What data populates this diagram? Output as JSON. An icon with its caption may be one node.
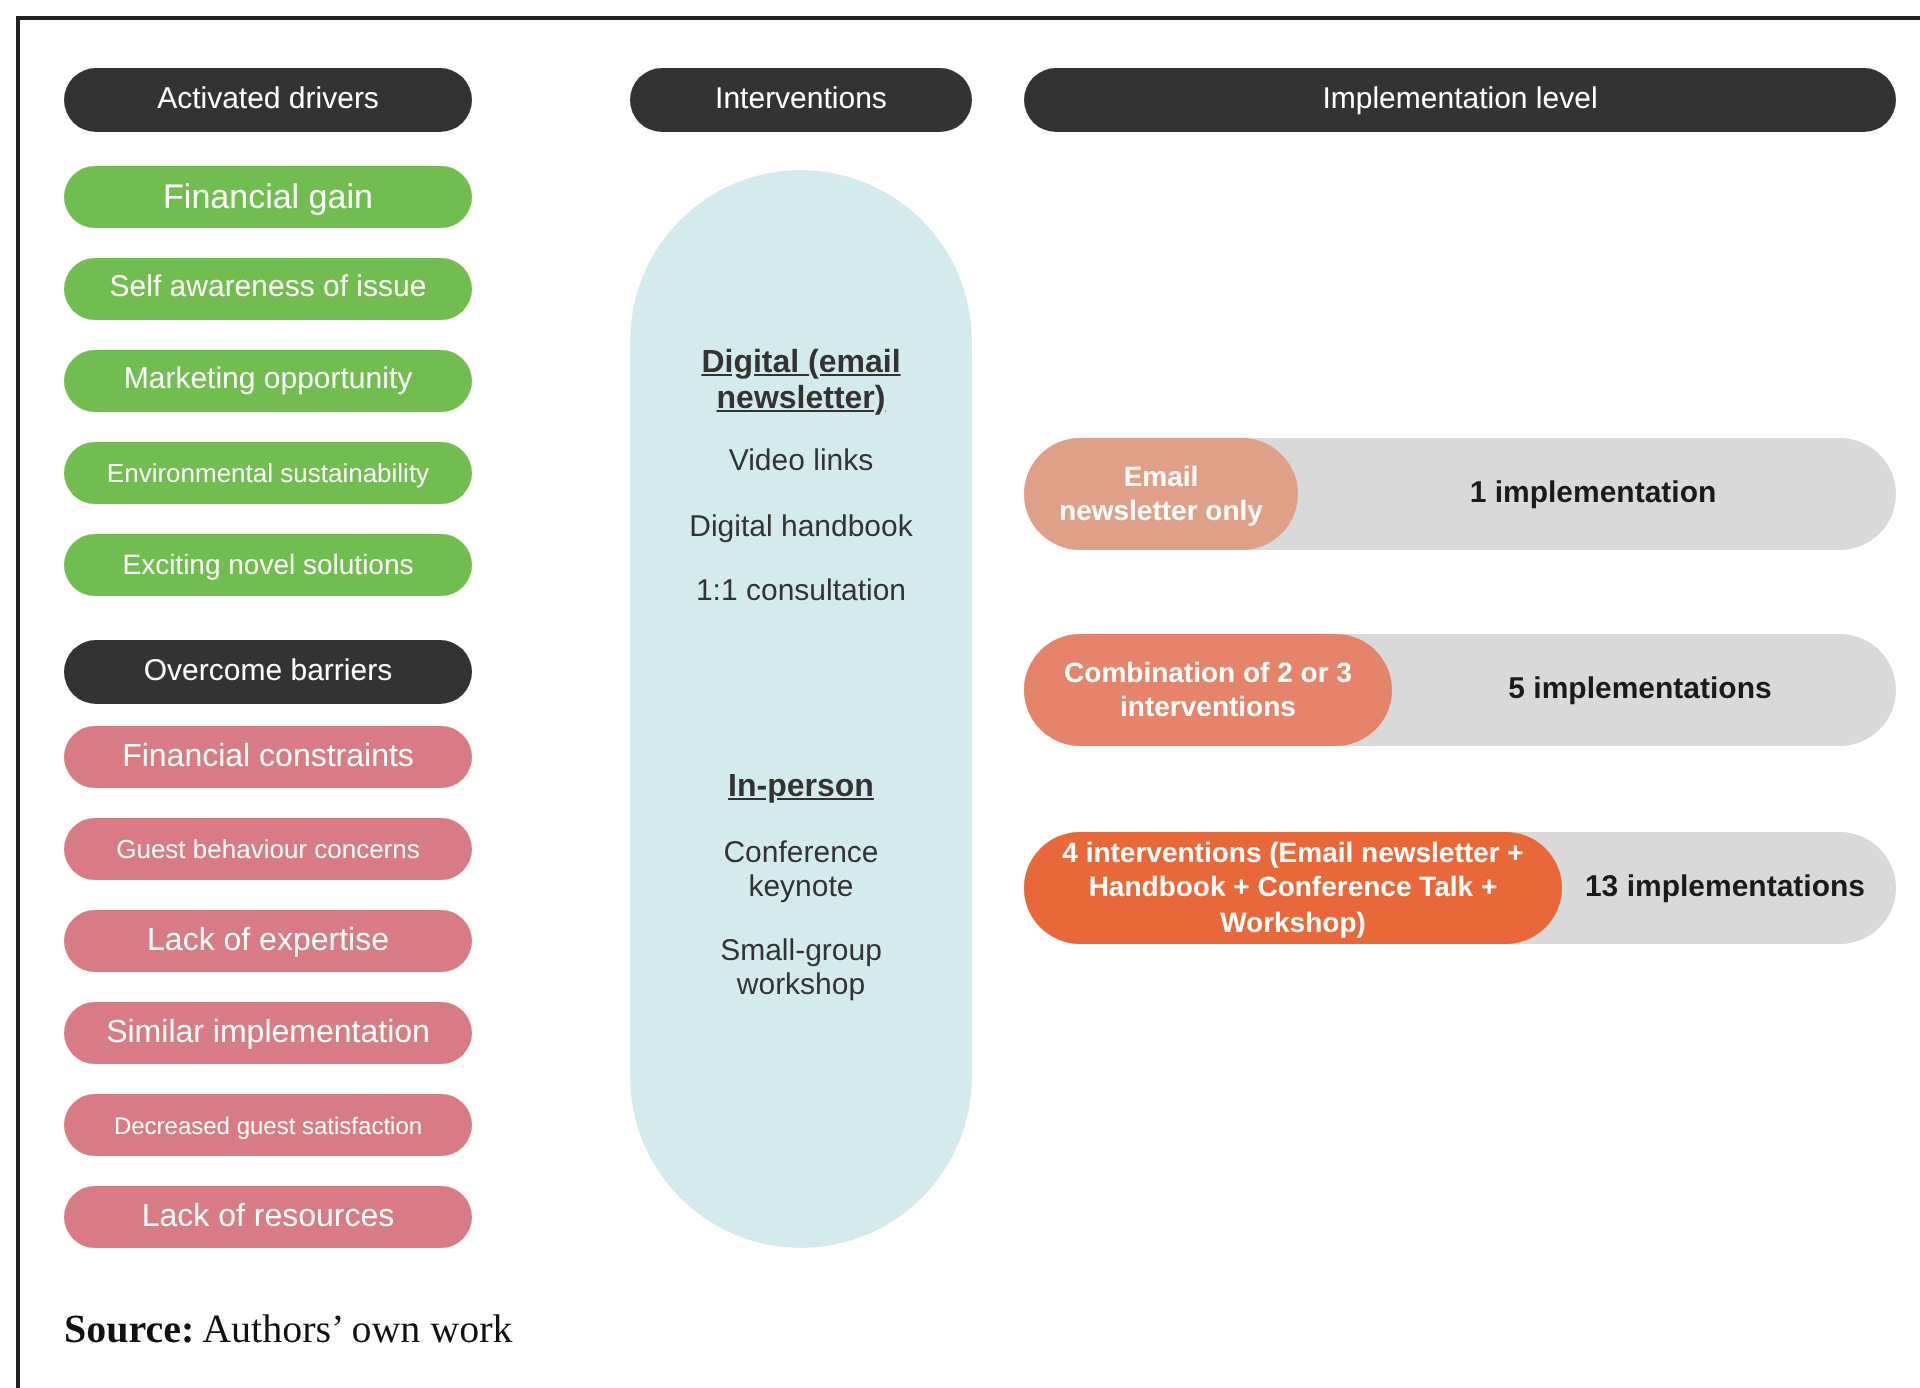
{
  "diagram": {
    "nodes": [
      {
        "text": [
          "Activated drivers"
        ]
      },
      {
        "text": [
          "Financial gain"
        ]
      },
      {
        "text": [
          "Self awareness of issue"
        ]
      },
      {
        "text": [
          "Marketing opportunity"
        ]
      },
      {
        "text": [
          "Environmental sustainability"
        ]
      },
      {
        "text": [
          "Exciting novel solutions"
        ]
      },
      {
        "text": [
          "Overcome barriers"
        ]
      },
      {
        "text": [
          "Financial constraints"
        ]
      },
      {
        "text": [
          "Guest behaviour concerns"
        ]
      },
      {
        "text": [
          "Lack of expertise"
        ]
      },
      {
        "text": [
          "Similar implementation"
        ]
      },
      {
        "text": [
          "Decreased guest satisfaction"
        ]
      },
      {
        "text": [
          "Lack of resources"
        ]
      },
      {
        "text": [
          "Interventions"
        ]
      },
      {
        "text": [
          "Digital (email newsletter)",
          "Video links",
          "Digital handbook",
          "1:1 consultation",
          "In-person",
          "Conference keynote",
          "Small-group workshop"
        ]
      },
      {
        "text": [
          "Implementation level"
        ]
      },
      {
        "text": [
          "1 implementation"
        ]
      },
      {
        "text": [
          "Email newsletter only"
        ],
        "in": 16
      },
      {
        "text": [
          "5 implementations"
        ]
      },
      {
        "text": [
          "Combination of 2 or 3 interventions"
        ],
        "in": 18
      },
      {
        "text": [
          "13 implementations"
        ]
      },
      {
        "text": [
          "4 interventions (Email newsletter + Handbook + Conference Talk + Workshop)"
        ],
        "in": 20
      }
    ],
    "labels": [
      "**Source:** Authors’ own work"
    ]
  }
}
